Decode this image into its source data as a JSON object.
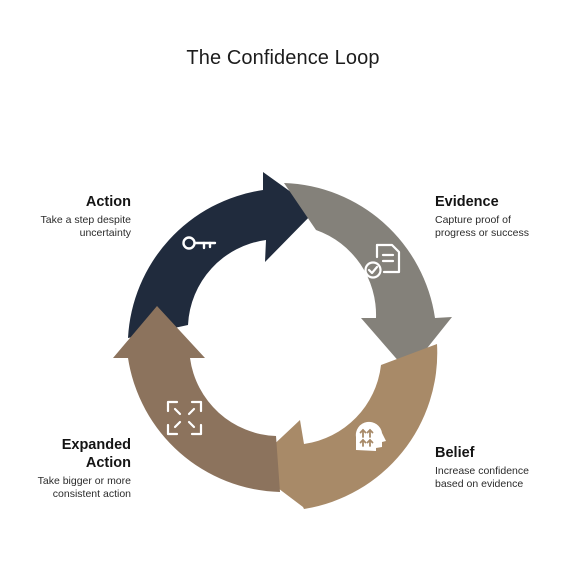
{
  "title": "The Confidence Loop",
  "colors": {
    "action": "#202b3d",
    "evidence": "#84817a",
    "belief": "#a88a68",
    "expanded_action": "#8c735d",
    "icon": "#ffffff"
  },
  "steps": [
    {
      "name": "Action",
      "description_line1": "Take a step despite",
      "description_line2": "uncertainty",
      "icon": "key-icon"
    },
    {
      "name": "Evidence",
      "description_line1": "Capture proof of",
      "description_line2": "progress or success",
      "icon": "document-check-icon"
    },
    {
      "name": "Belief",
      "description_line1": "Increase confidence",
      "description_line2": "based on evidence",
      "icon": "head-growth-icon"
    },
    {
      "name": "Expanded",
      "name_line2": "Action",
      "description_line1": "Take bigger or more",
      "description_line2": "consistent action",
      "icon": "expand-icon"
    }
  ]
}
